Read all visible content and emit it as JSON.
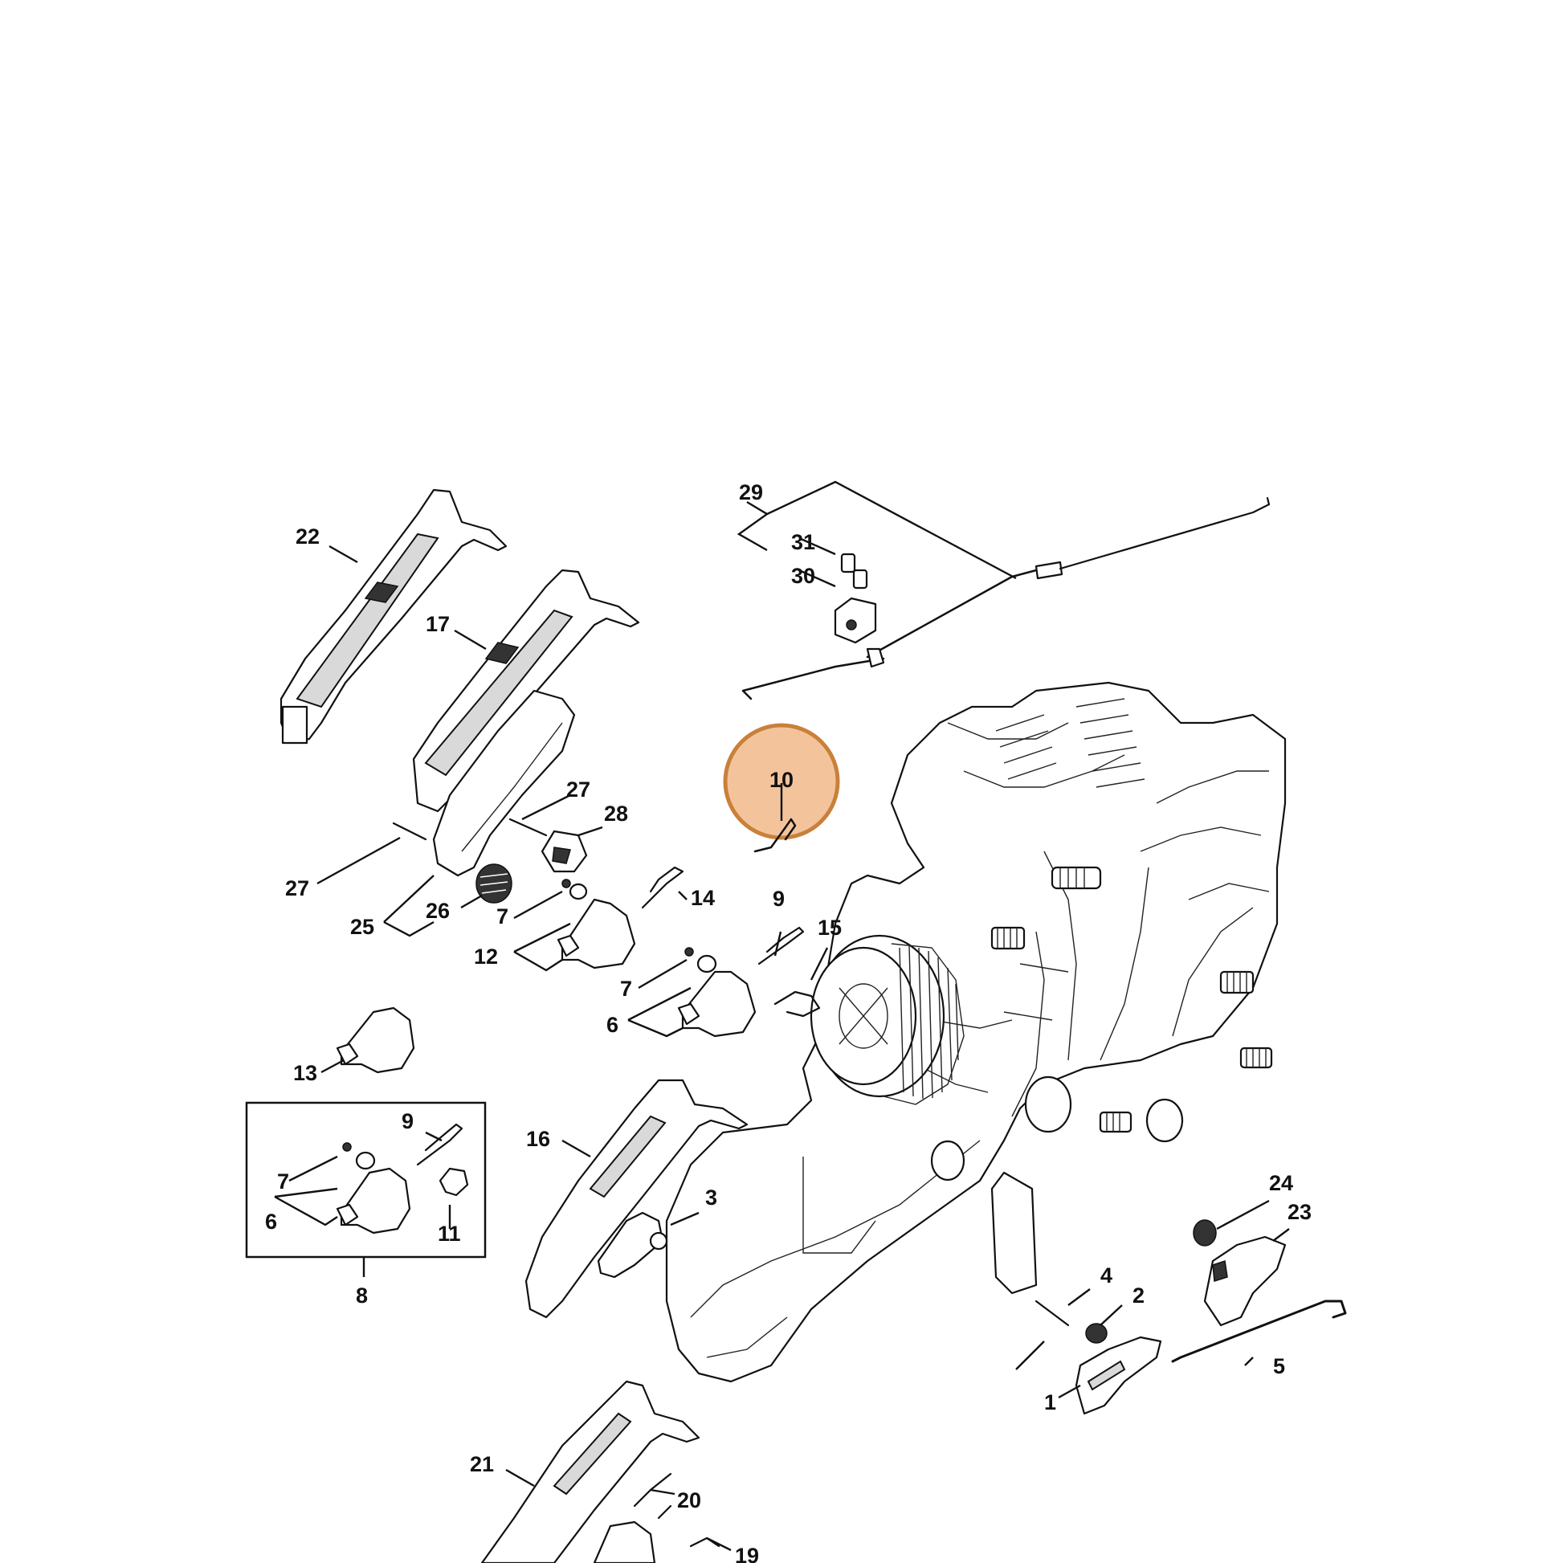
{
  "highlight": {
    "label": "10",
    "color": "#c9803a",
    "fill": "#f2c39a"
  },
  "labels": {
    "l1": "1",
    "l2": "2",
    "l3": "3",
    "l4": "4",
    "l5": "5",
    "l6a": "6",
    "l6b": "6",
    "l7a": "7",
    "l7b": "7",
    "l7c": "7",
    "l8": "8",
    "l9a": "9",
    "l9b": "9",
    "l11": "11",
    "l12": "12",
    "l13": "13",
    "l14": "14",
    "l15": "15",
    "l16": "16",
    "l17": "17",
    "l19": "19",
    "l20": "20",
    "l21": "21",
    "l22": "22",
    "l23": "23",
    "l24": "24",
    "l25": "25",
    "l26": "26",
    "l27a": "27",
    "l27b": "27",
    "l28": "28",
    "l29": "29",
    "l30": "30",
    "l31": "31"
  }
}
